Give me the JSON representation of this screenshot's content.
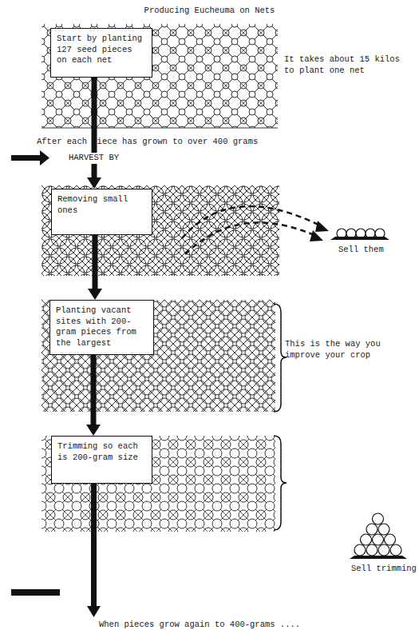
{
  "diagram": {
    "title": "Producing Eucheuma on Nets",
    "nodes": [
      {
        "text": [
          "Start by planting 127 seed pieces on each net"
        ]
      },
      {
        "text": [
          "Removing small ones"
        ]
      },
      {
        "text": [
          "Planting vacant sites with 200-gram pieces from the largest"
        ]
      },
      {
        "text": [
          "Trimming so each is 200-gram size"
        ]
      }
    ],
    "edges": [
      {
        "from": 0,
        "to": 1,
        "arrow": "to"
      },
      {
        "from": 1,
        "to": 2,
        "arrow": "to"
      },
      {
        "from": 2,
        "to": 3,
        "arrow": "to"
      }
    ],
    "labels": [
      "It takes about 15 kilos to plant one net",
      "After each piece has grown to over 400 grams",
      "HARVEST BY",
      "Sell them",
      "This is the way you improve your crop",
      "Sell trimming",
      "When pieces grow again to 400-grams ...."
    ]
  }
}
